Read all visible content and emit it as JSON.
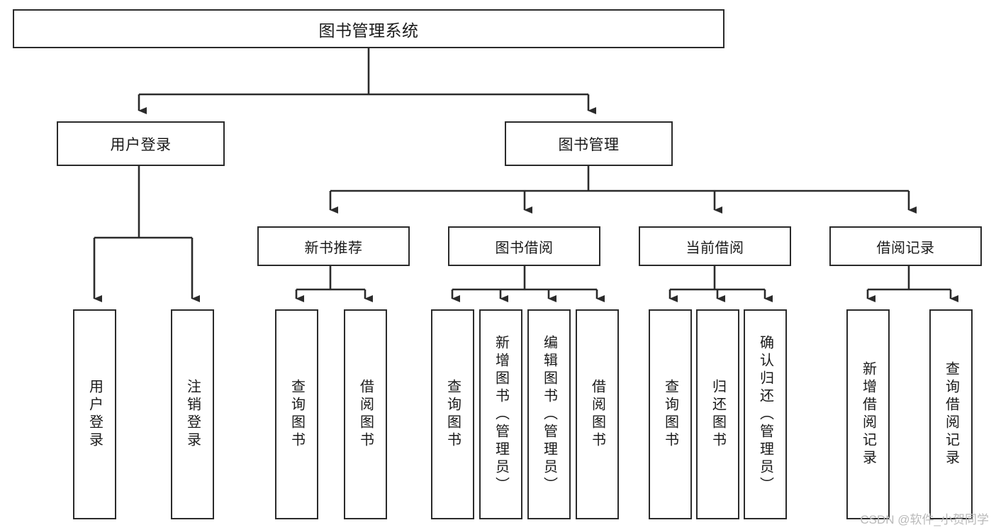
{
  "diagram": {
    "title": "图书管理系统",
    "type": "tree-hierarchy-chart",
    "root": {
      "label": "图书管理系统"
    },
    "level1": [
      {
        "label": "用户登录"
      },
      {
        "label": "图书管理"
      }
    ],
    "level2": [
      {
        "label": "新书推荐"
      },
      {
        "label": "图书借阅"
      },
      {
        "label": "当前借阅"
      },
      {
        "label": "借阅记录"
      }
    ],
    "leaves": {
      "user_login": [
        {
          "label": "用户登录"
        },
        {
          "label": "注销登录"
        }
      ],
      "new_book_recommend": [
        {
          "label": "查询图书"
        },
        {
          "label": "借阅图书"
        }
      ],
      "book_borrow": [
        {
          "label": "查询图书"
        },
        {
          "label": "新增图书（管理员）"
        },
        {
          "label": "编辑图书（管理员）"
        },
        {
          "label": "借阅图书"
        }
      ],
      "current_borrow": [
        {
          "label": "查询图书"
        },
        {
          "label": "归还图书"
        },
        {
          "label": "确认归还（管理员）"
        }
      ],
      "borrow_record": [
        {
          "label": "新增借阅记录"
        },
        {
          "label": "查询借阅记录"
        }
      ]
    }
  },
  "watermark": {
    "text": "CSDN @软件_小贺同学"
  },
  "colors": {
    "stroke": "#2b2b2b",
    "background": "#ffffff",
    "text": "#1a1a1a",
    "watermark": "#b9b9b9"
  }
}
